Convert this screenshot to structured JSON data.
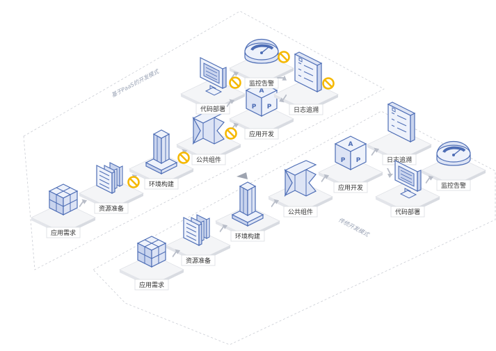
{
  "diagram": {
    "paas_band_label": "基于PaaS的开发模式",
    "traditional_band_label": "传统开发模式",
    "paas_flow": [
      {
        "id": "p1",
        "label": "应用需求",
        "icon": "cube-grid-icon",
        "blocked": false
      },
      {
        "id": "p2",
        "label": "资源准备",
        "icon": "document-stack-icon",
        "blocked": true
      },
      {
        "id": "p3",
        "label": "环境构建",
        "icon": "tower-icon",
        "blocked": true
      },
      {
        "id": "p4",
        "label": "公共组件",
        "icon": "component-icon",
        "blocked": true
      },
      {
        "id": "p5",
        "label": "应用开发",
        "icon": "app-cube-icon",
        "blocked": false
      },
      {
        "id": "p6",
        "label": "代码部署",
        "icon": "monitor-icon",
        "blocked": true
      },
      {
        "id": "p7",
        "label": "监控告警",
        "icon": "gauge-icon",
        "blocked": true
      },
      {
        "id": "p8",
        "label": "日志追溯",
        "icon": "list-panel-icon",
        "blocked": true
      }
    ],
    "traditional_flow": [
      {
        "id": "t1",
        "label": "应用需求",
        "icon": "cube-grid-icon"
      },
      {
        "id": "t2",
        "label": "资源准备",
        "icon": "document-stack-icon"
      },
      {
        "id": "t3",
        "label": "环境构建",
        "icon": "tower-icon"
      },
      {
        "id": "t4",
        "label": "公共组件",
        "icon": "component-icon"
      },
      {
        "id": "t5",
        "label": "应用开发",
        "icon": "app-cube-icon"
      },
      {
        "id": "t6",
        "label": "日志追溯",
        "icon": "list-panel-icon"
      },
      {
        "id": "t7",
        "label": "代码部署",
        "icon": "monitor-icon"
      },
      {
        "id": "t8",
        "label": "监控告警",
        "icon": "gauge-icon"
      }
    ],
    "app_letters": [
      "A",
      "P",
      "P"
    ],
    "colors": {
      "icon_blue": "#4d6db5",
      "icon_light": "#eef2fb",
      "icon_mid": "#c9d4ee",
      "platform_top": "#f4f5f7",
      "platform_side": "#e2e4e9",
      "arrow": "#b8bdc8",
      "block_sign": "#f5b800",
      "band_border": "#c9ccd3"
    }
  }
}
